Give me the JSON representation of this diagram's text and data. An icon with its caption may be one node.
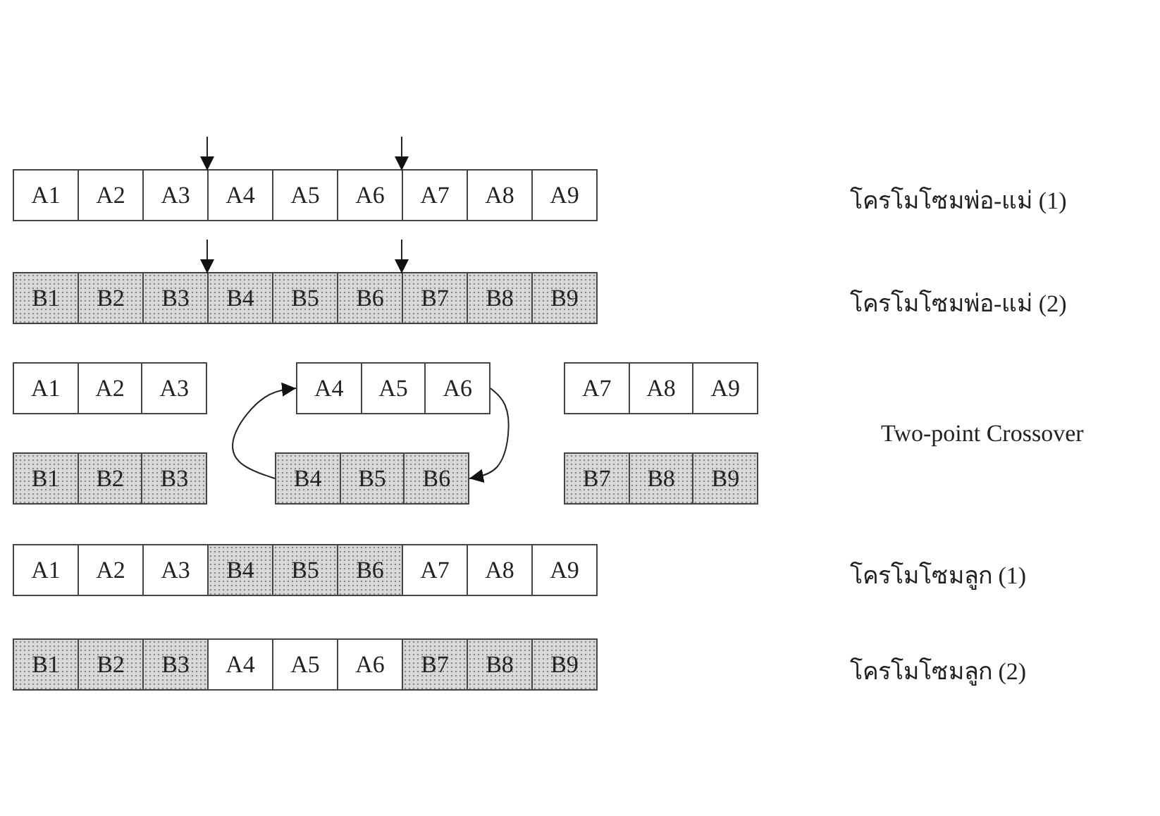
{
  "diagram": {
    "nodes": [
      {
        "text": [],
        "shape": "bar"
      },
      {
        "text": [
          "A1"
        ],
        "in": 0
      },
      {
        "text": [
          "A2"
        ],
        "in": 0
      },
      {
        "text": [
          "A3"
        ],
        "in": 0
      },
      {
        "text": [
          "A4"
        ],
        "in": 0
      },
      {
        "text": [
          "A5"
        ],
        "in": 0
      },
      {
        "text": [
          "A6"
        ],
        "in": 0
      },
      {
        "text": [
          "A7"
        ],
        "in": 0
      },
      {
        "text": [
          "A8"
        ],
        "in": 0
      },
      {
        "text": [
          "A9"
        ],
        "in": 0
      },
      {
        "text": [],
        "shape": "bar"
      },
      {
        "text": [
          "B1"
        ],
        "in": 10
      },
      {
        "text": [
          "B2"
        ],
        "in": 10
      },
      {
        "text": [
          "B3"
        ],
        "in": 10
      },
      {
        "text": [
          "B4"
        ],
        "in": 10
      },
      {
        "text": [
          "B5"
        ],
        "in": 10
      },
      {
        "text": [
          "B6"
        ],
        "in": 10
      },
      {
        "text": [
          "B7"
        ],
        "in": 10
      },
      {
        "text": [
          "B8"
        ],
        "in": 10
      },
      {
        "text": [
          "B9"
        ],
        "in": 10
      },
      {
        "text": [],
        "shape": "bar"
      },
      {
        "text": [
          "A1"
        ],
        "in": 20
      },
      {
        "text": [
          "A2"
        ],
        "in": 20
      },
      {
        "text": [
          "A3"
        ],
        "in": 20
      },
      {
        "text": [],
        "shape": "bar"
      },
      {
        "text": [
          "A4"
        ],
        "in": 24
      },
      {
        "text": [
          "A5"
        ],
        "in": 24
      },
      {
        "text": [
          "A6"
        ],
        "in": 24
      },
      {
        "text": [],
        "shape": "bar"
      },
      {
        "text": [
          "A7"
        ],
        "in": 28
      },
      {
        "text": [
          "A8"
        ],
        "in": 28
      },
      {
        "text": [
          "A9"
        ],
        "in": 28
      },
      {
        "text": [],
        "shape": "bar"
      },
      {
        "text": [
          "B1"
        ],
        "in": 32
      },
      {
        "text": [
          "B2"
        ],
        "in": 32
      },
      {
        "text": [
          "B3"
        ],
        "in": 32
      },
      {
        "text": [],
        "shape": "bar"
      },
      {
        "text": [
          "B4"
        ],
        "in": 36
      },
      {
        "text": [
          "B5"
        ],
        "in": 36
      },
      {
        "text": [
          "B6"
        ],
        "in": 36
      },
      {
        "text": [],
        "shape": "bar"
      },
      {
        "text": [
          "B7"
        ],
        "in": 40
      },
      {
        "text": [
          "B8"
        ],
        "in": 40
      },
      {
        "text": [
          "B9"
        ],
        "in": 40
      },
      {
        "text": [],
        "shape": "bar"
      },
      {
        "text": [
          "A1"
        ],
        "in": 44
      },
      {
        "text": [
          "A2"
        ],
        "in": 44
      },
      {
        "text": [
          "A3"
        ],
        "in": 44
      },
      {
        "text": [
          "B4"
        ],
        "in": 44
      },
      {
        "text": [
          "B5"
        ],
        "in": 44
      },
      {
        "text": [
          "B6"
        ],
        "in": 44
      },
      {
        "text": [
          "A7"
        ],
        "in": 44
      },
      {
        "text": [
          "A8"
        ],
        "in": 44
      },
      {
        "text": [
          "A9"
        ],
        "in": 44
      },
      {
        "text": [],
        "shape": "bar"
      },
      {
        "text": [
          "B1"
        ],
        "in": 54
      },
      {
        "text": [
          "B2"
        ],
        "in": 54
      },
      {
        "text": [
          "B3"
        ],
        "in": 54
      },
      {
        "text": [
          "A4"
        ],
        "in": 54
      },
      {
        "text": [
          "A5"
        ],
        "in": 54
      },
      {
        "text": [
          "A6"
        ],
        "in": 54
      },
      {
        "text": [
          "B7"
        ],
        "in": 54
      },
      {
        "text": [
          "B8"
        ],
        "in": 54
      },
      {
        "text": [
          "B9"
        ],
        "in": 54
      }
    ],
    "edges": [
      {
        "from": null,
        "to": 4,
        "arrow": "to"
      },
      {
        "from": null,
        "to": 7,
        "arrow": "to"
      },
      {
        "from": null,
        "to": 14,
        "arrow": "to"
      },
      {
        "from": null,
        "to": 17,
        "arrow": "to"
      },
      {
        "from": 24,
        "to": 36,
        "arrow": "to"
      },
      {
        "from": 36,
        "to": 24,
        "arrow": "to"
      }
    ],
    "labels": [
      "โครโมโซมพ่อ-แม่ (1)",
      "โครโมโซมพ่อ-แม่ (2)",
      "Two-point Crossover",
      "โครโมโซมลูก (1)",
      "โครโมโซมลูก (2)"
    ]
  }
}
